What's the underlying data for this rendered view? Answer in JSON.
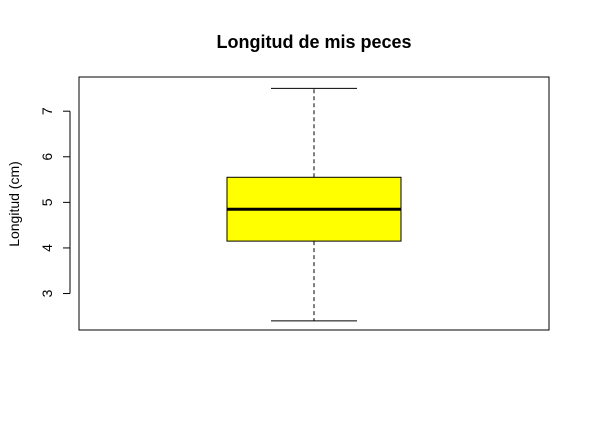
{
  "chart_data": {
    "type": "boxplot",
    "title": "Longitud de mis peces",
    "ylabel": "Longitud (cm)",
    "xlabel": "",
    "ylim": [
      2.2,
      7.75
    ],
    "yticks": [
      3,
      4,
      5,
      6,
      7
    ],
    "ytick_labels": [
      "3",
      "4",
      "5",
      "6",
      "7"
    ],
    "box": {
      "min": 2.4,
      "q1": 4.15,
      "median": 4.85,
      "q3": 5.55,
      "max": 7.5,
      "fill": "#ffff00"
    },
    "grid": false
  }
}
